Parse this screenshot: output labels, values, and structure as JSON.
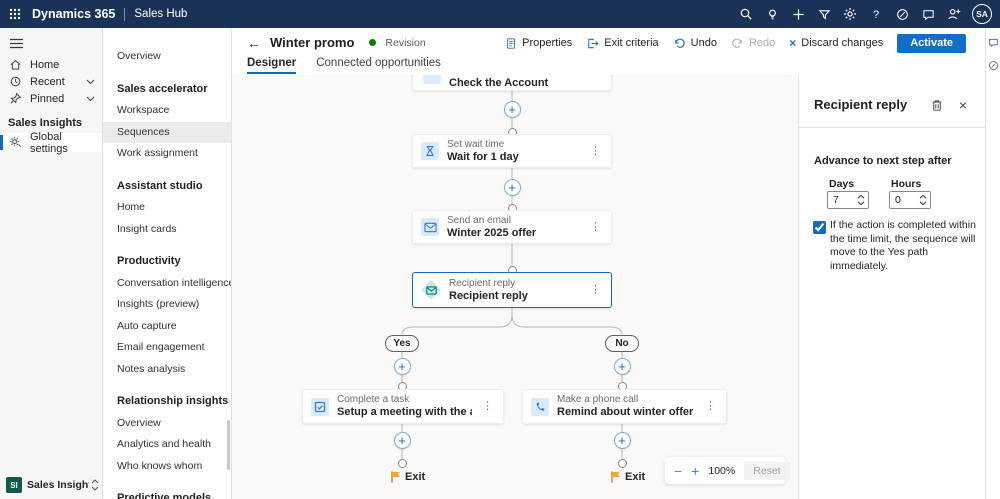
{
  "topbar": {
    "brand": "Dynamics 365",
    "app": "Sales Hub",
    "avatar_initials": "SA"
  },
  "sidebar": {
    "items": [
      {
        "label": "Home"
      },
      {
        "label": "Recent"
      },
      {
        "label": "Pinned"
      }
    ],
    "group_label": "Sales Insights",
    "selected_item": "Global settings",
    "area_switcher": "Sales Insights s..."
  },
  "nav": {
    "items": [
      {
        "label": "Overview"
      },
      {
        "label": "Sales accelerator"
      },
      {
        "label": "Workspace"
      },
      {
        "label": "Sequences"
      },
      {
        "label": "Work assignment"
      },
      {
        "label": "Assistant studio"
      },
      {
        "label": "Home"
      },
      {
        "label": "Insight cards"
      },
      {
        "label": "Productivity"
      },
      {
        "label": "Conversation intelligence"
      },
      {
        "label": "Insights (preview)"
      },
      {
        "label": "Auto capture"
      },
      {
        "label": "Email engagement"
      },
      {
        "label": "Notes analysis"
      },
      {
        "label": "Relationship insights"
      },
      {
        "label": "Overview"
      },
      {
        "label": "Analytics and health"
      },
      {
        "label": "Who knows whom"
      },
      {
        "label": "Predictive models"
      }
    ]
  },
  "header": {
    "title": "Winter promo",
    "status": "Revision",
    "tabs": [
      {
        "label": "Designer"
      },
      {
        "label": "Connected opportunities"
      }
    ],
    "toolbar": {
      "properties": "Properties",
      "exit_criteria": "Exit criteria",
      "undo": "Undo",
      "redo": "Redo",
      "discard": "Discard changes",
      "activate": "Activate"
    }
  },
  "flow": {
    "top_node": {
      "name": "Check the Account"
    },
    "wait_node": {
      "kind": "Set wait time",
      "name": "Wait for 1 day"
    },
    "email_node": {
      "kind": "Send an email",
      "name": "Winter 2025 offer"
    },
    "condition_node": {
      "kind": "Recipient reply",
      "name": "Recipient reply"
    },
    "yes_label": "Yes",
    "no_label": "No",
    "task_node": {
      "kind": "Complete a task",
      "name": "Setup a meeting with the account"
    },
    "phone_node": {
      "kind": "Make a phone call",
      "name": "Remind about winter offer"
    },
    "exit_label": "Exit",
    "zoom": {
      "level": "100%",
      "reset_label": "Reset"
    }
  },
  "panel": {
    "title": "Recipient reply",
    "section_label": "Advance to next step after",
    "days_label": "Days",
    "days_value": "7",
    "hours_label": "Hours",
    "hours_value": "0",
    "note": "If the action is completed within the time limit, the sequence will move to the Yes path immediately."
  },
  "colors": {
    "topbar_navy": "#1a3258",
    "accent_blue": "#0f6cbd",
    "status_green": "#0e7a0b",
    "node_icon_blue": "#2b79d7",
    "condition_teal": "#03787c",
    "exit_flag_orange": "#f5a33b",
    "si_badge_teal": "#0f5a50"
  }
}
